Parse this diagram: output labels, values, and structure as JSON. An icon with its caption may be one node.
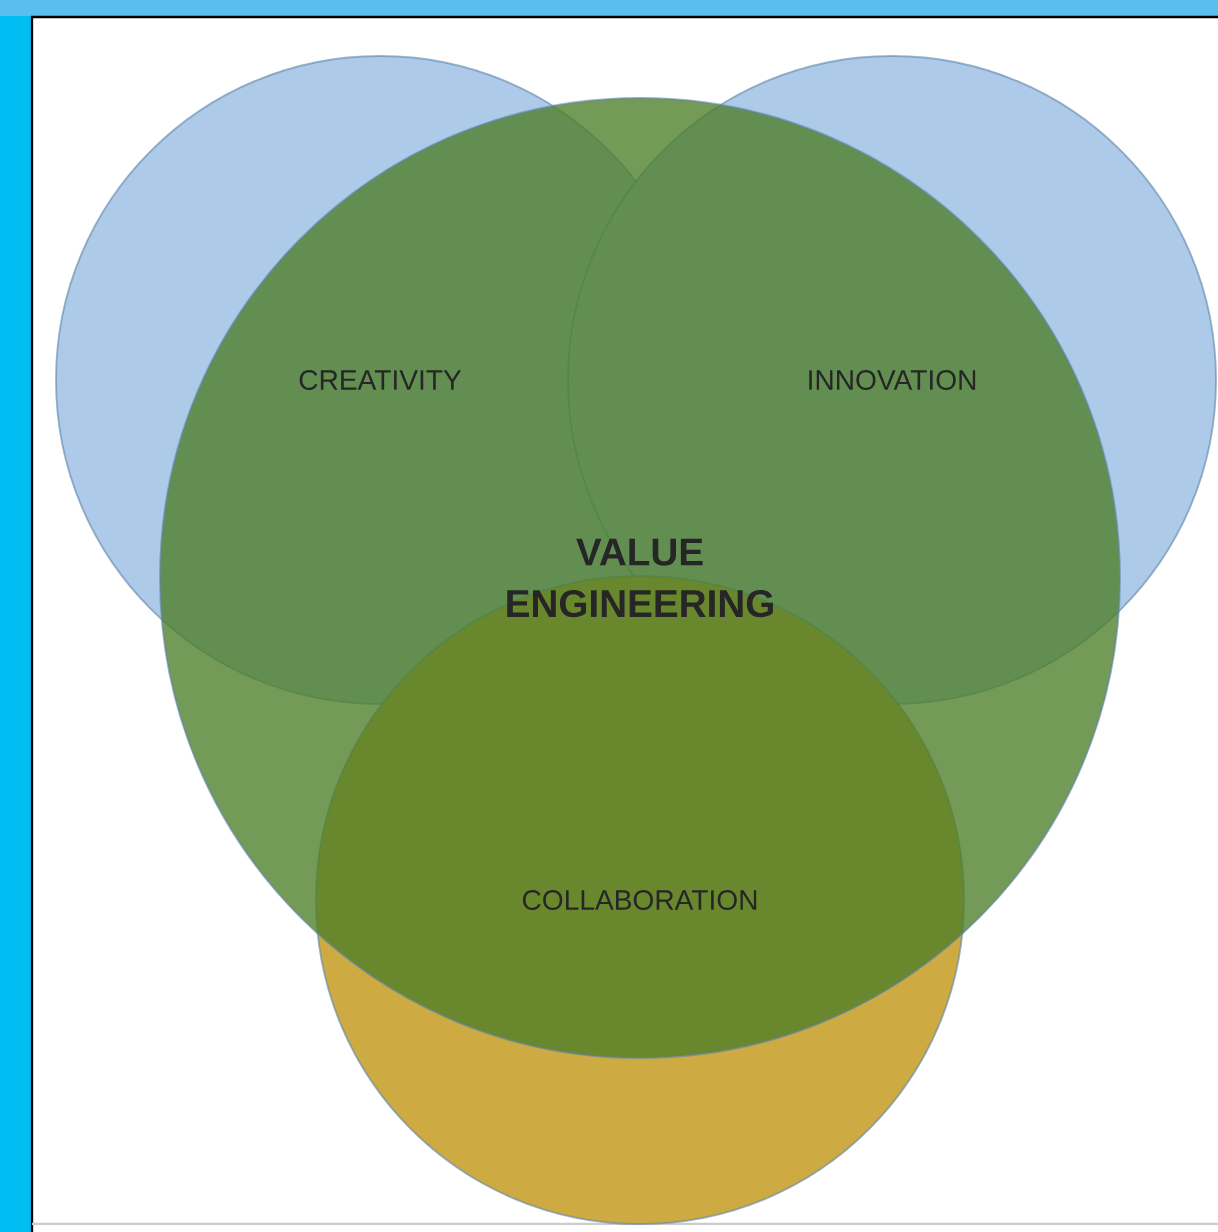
{
  "diagram": {
    "nodes": [
      {
        "text": [
          "CREATIVITY"
        ]
      },
      {
        "text": [
          "INNOVATION"
        ]
      },
      {
        "text": [
          "VALUE ENGINEERING"
        ]
      },
      {
        "text": [
          "COLLABORATION"
        ]
      }
    ]
  }
}
